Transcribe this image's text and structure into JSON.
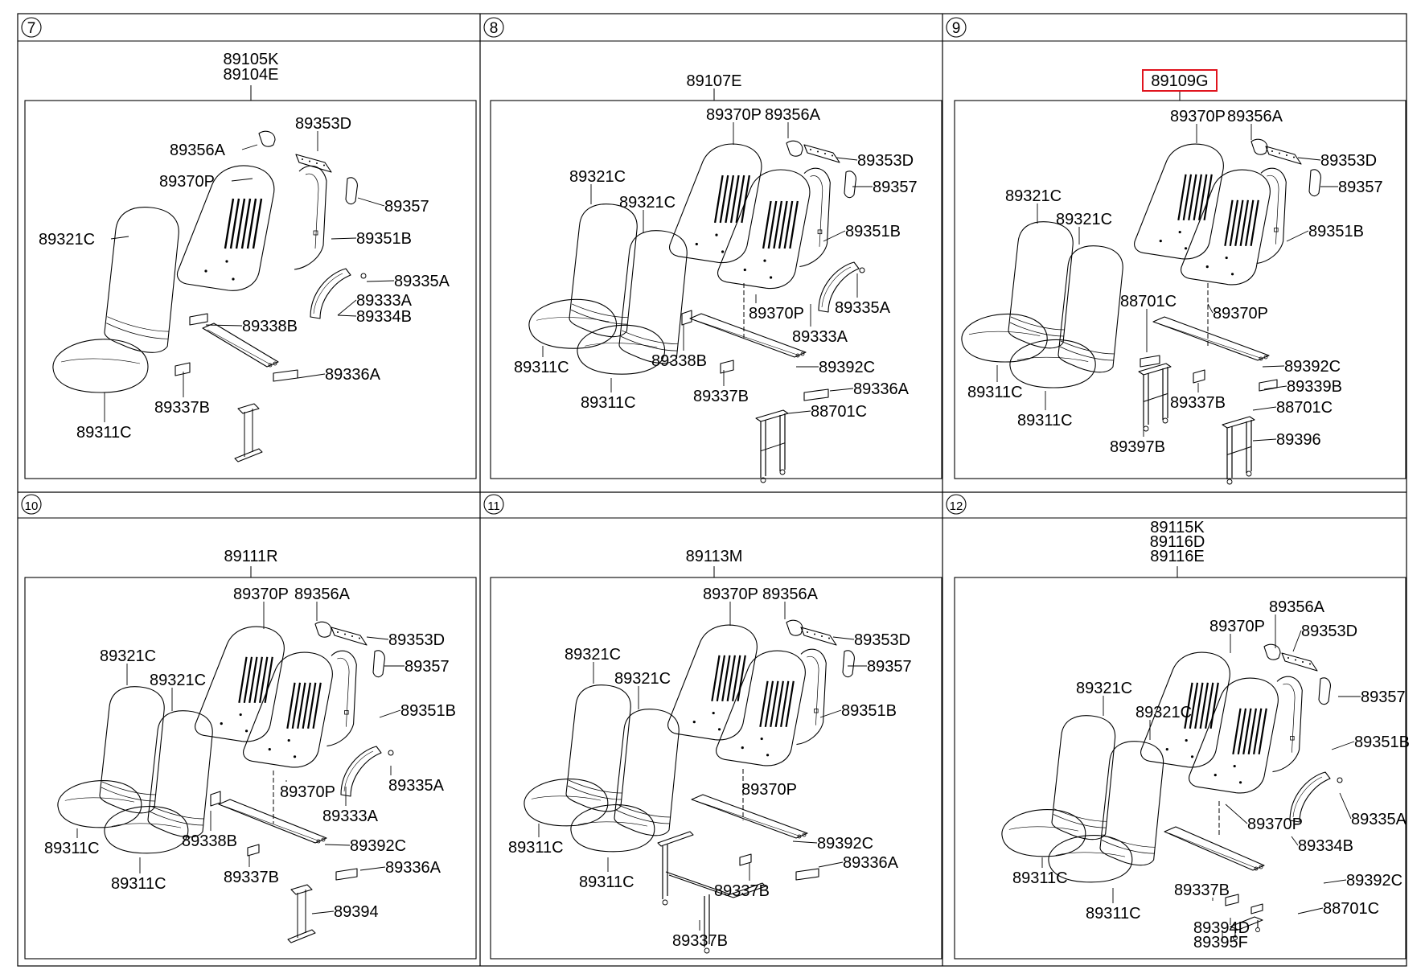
{
  "panels": [
    {
      "number": "7",
      "assembly_codes": [
        "89105K",
        "89104E"
      ],
      "highlighted": false,
      "parts": [
        "89353D",
        "89356A",
        "89370P",
        "89357",
        "89321C",
        "89351B",
        "89335A",
        "89333A",
        "89334B",
        "89338B",
        "89336A",
        "89337B",
        "89311C"
      ]
    },
    {
      "number": "8",
      "assembly_codes": [
        "89107E"
      ],
      "highlighted": false,
      "parts": [
        "89370P",
        "89356A",
        "89353D",
        "89321C",
        "89357",
        "89321C",
        "89351B",
        "89335A",
        "89370P",
        "89333A",
        "89311C",
        "89338B",
        "89392C",
        "89311C",
        "89337B",
        "89336A",
        "88701C"
      ]
    },
    {
      "number": "9",
      "assembly_codes": [
        "89109G"
      ],
      "highlighted": true,
      "parts": [
        "89370P",
        "89356A",
        "89353D",
        "89357",
        "89321C",
        "89321C",
        "89351B",
        "88701C",
        "89370P",
        "89392C",
        "89311C",
        "89339B",
        "89337B",
        "88701C",
        "89311C",
        "89397B",
        "89396"
      ]
    },
    {
      "number": "10",
      "assembly_codes": [
        "89111R"
      ],
      "highlighted": false,
      "parts": [
        "89370P",
        "89356A",
        "89353D",
        "89321C",
        "89357",
        "89321C",
        "89351B",
        "89335A",
        "89370P",
        "89333A",
        "89338B",
        "89392C",
        "89311C",
        "89336A",
        "89311C",
        "89337B",
        "89394"
      ]
    },
    {
      "number": "11",
      "assembly_codes": [
        "89113M"
      ],
      "highlighted": false,
      "parts": [
        "89370P",
        "89356A",
        "89353D",
        "89321C",
        "89357",
        "89321C",
        "89351B",
        "89370P",
        "89392C",
        "89311C",
        "89336A",
        "89311C",
        "89337B",
        "89337B"
      ]
    },
    {
      "number": "12",
      "assembly_codes": [
        "89115K",
        "89116D",
        "89116E"
      ],
      "highlighted": false,
      "parts": [
        "89356A",
        "89370P",
        "89353D",
        "89321C",
        "89357",
        "89321C",
        "89351B",
        "89335A",
        "89370P",
        "89334B",
        "89392C",
        "89311C",
        "89337B",
        "88701C",
        "89311C",
        "89394D",
        "89395F"
      ]
    }
  ],
  "colors": {
    "line": "#000000",
    "highlight": "#e0141e",
    "background": "#ffffff"
  }
}
